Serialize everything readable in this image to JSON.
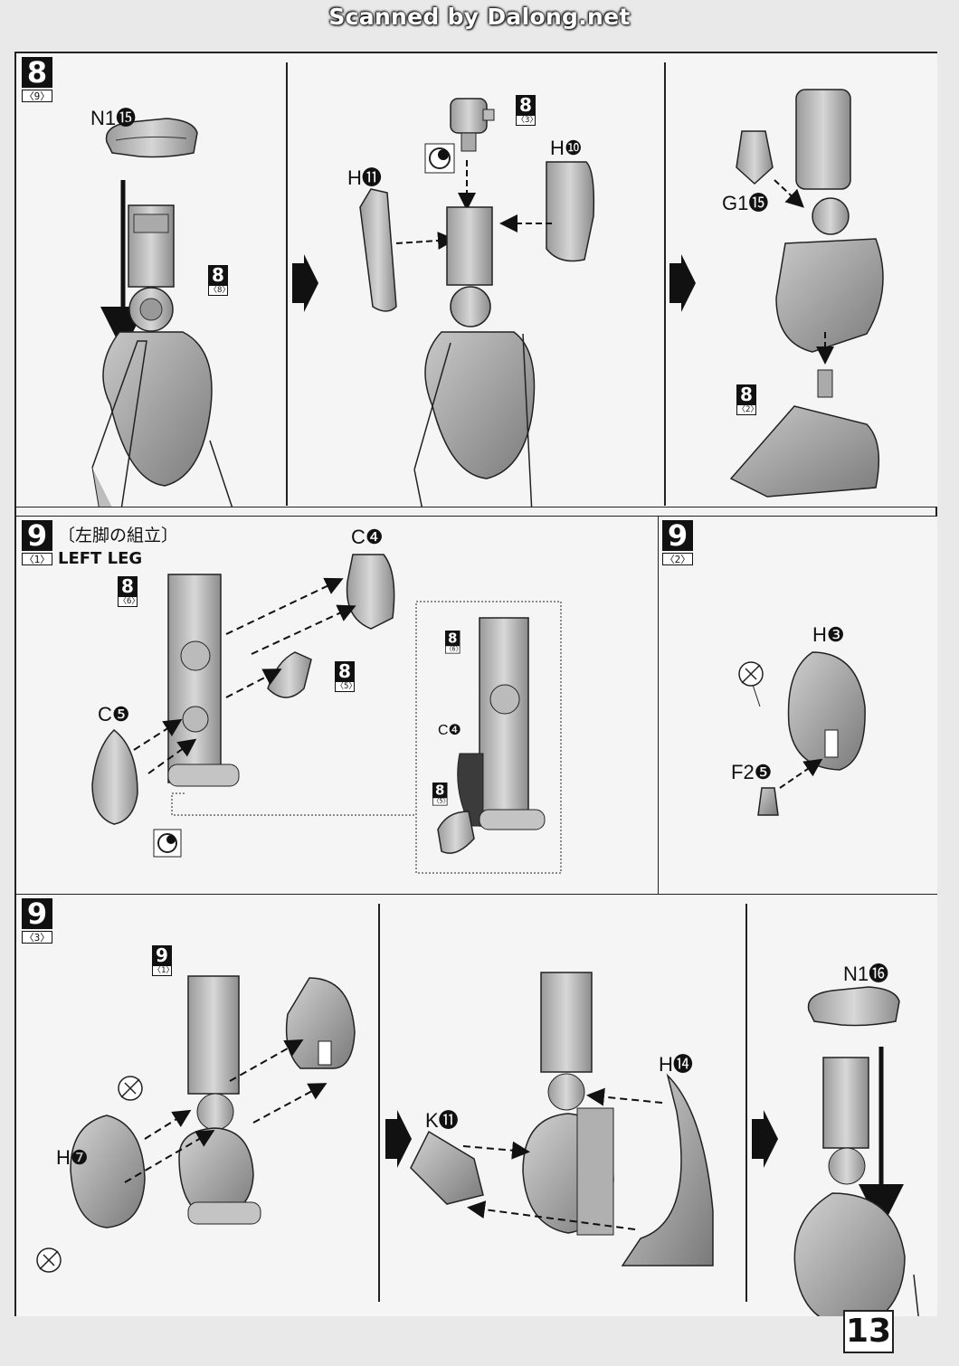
{
  "watermark": "Scanned by Dalong.net",
  "page_number": "13",
  "step8": {
    "badge": "8",
    "sub": "〈9〉",
    "labels": {
      "n1": "N1⓯",
      "h11": "H⓫",
      "h10": "H❿",
      "g1": "G1⓯"
    },
    "refs": [
      {
        "n": "8",
        "s": "〈8〉"
      },
      {
        "n": "8",
        "s": "〈3〉"
      },
      {
        "n": "8",
        "s": "〈2〉"
      }
    ]
  },
  "step9_1": {
    "badge": "9",
    "sub": "〈1〉",
    "title_jp": "〔左脚の組立〕",
    "title_en": "LEFT LEG",
    "labels": {
      "c4": "C❹",
      "c5": "C❺",
      "c4_inset": "C❹"
    },
    "refs": [
      {
        "n": "8",
        "s": "〈6〉"
      },
      {
        "n": "8",
        "s": "〈5〉"
      },
      {
        "n": "8",
        "s": "〈6〉"
      },
      {
        "n": "8",
        "s": "〈5〉"
      }
    ]
  },
  "step9_2": {
    "badge": "9",
    "sub": "〈2〉",
    "labels": {
      "h3": "H❸",
      "f2": "F2❺"
    }
  },
  "step9_3": {
    "badge": "9",
    "sub": "〈3〉",
    "labels": {
      "h7": "H❼",
      "k11": "K⓫",
      "h14": "H⓮",
      "n1": "N1⓰"
    },
    "refs": [
      {
        "n": "9",
        "s": "〈1〉"
      }
    ]
  }
}
